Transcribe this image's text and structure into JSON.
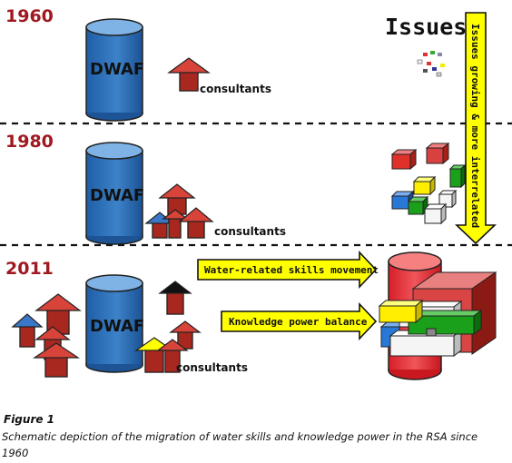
{
  "eras": [
    {
      "year": "1960",
      "org_label": "DWAF",
      "consultants_label": "consultants"
    },
    {
      "year": "1980",
      "org_label": "DWAF",
      "consultants_label": "consultants"
    },
    {
      "year": "2011",
      "org_label": "DWAF",
      "consultants_label": "consultants"
    }
  ],
  "issues": {
    "title": "Issues",
    "trend_label": "Issues growing & more interrelated"
  },
  "flows": {
    "skills_label": "Water-related skills movement",
    "knowledge_label": "Knowledge power balance"
  },
  "figure": {
    "label": "Figure 1",
    "caption": "Schematic depiction of  the migration of water skills and knowledge power in the RSA since 1960"
  },
  "colors": {
    "year_text": "#a01820",
    "cylinder_body": "#2b6cb0",
    "cylinder_top": "#7fb3e6",
    "house_red": "#d9443a",
    "arrow_yellow": "#ffff00"
  }
}
